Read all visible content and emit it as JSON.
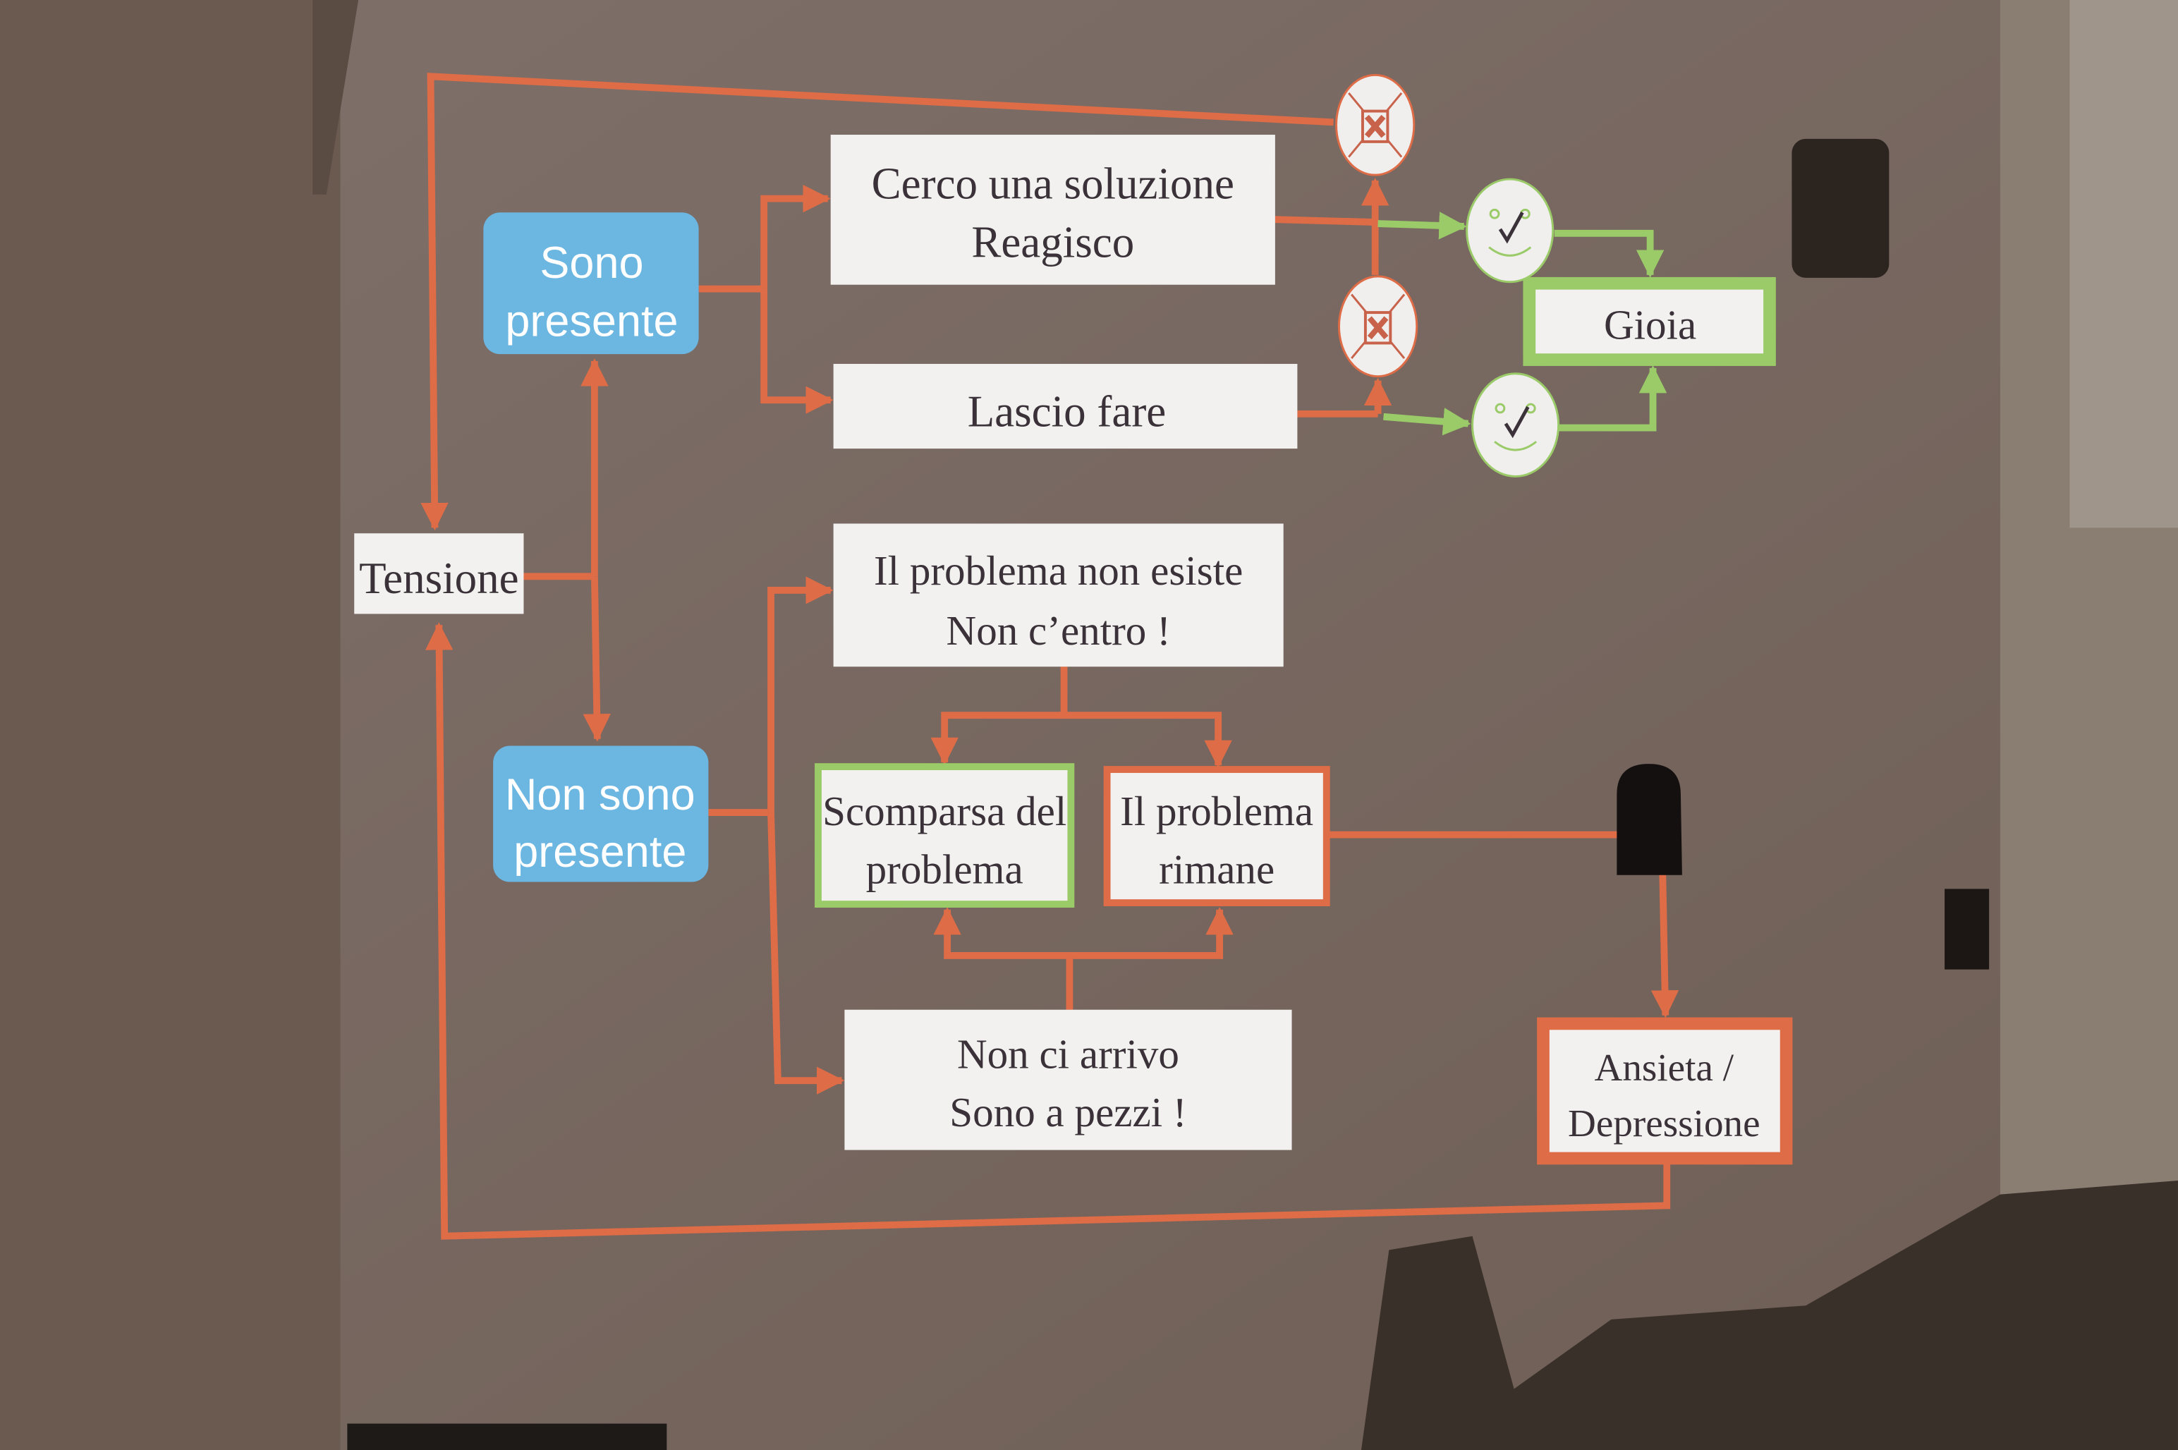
{
  "diagram": {
    "sono_presente": [
      "Sono",
      "presente"
    ],
    "non_sono_presente": [
      "Non sono",
      "presente"
    ],
    "tensione": "Tensione",
    "cerco": [
      "Cerco una soluzione",
      "Reagisco"
    ],
    "lascio": "Lascio fare",
    "gioia": "Gioia",
    "non_esiste": [
      "Il problema non esiste",
      "Non c’entro !"
    ],
    "scomparsa": [
      "Scomparsa del",
      "problema"
    ],
    "rimane": [
      "Il problema",
      "rimane"
    ],
    "non_arrivo": [
      "Non ci arrivo",
      "Sono a pezzi !"
    ],
    "ansieta": [
      "Ansieta /",
      "Depressione"
    ]
  },
  "colors": {
    "orange": "#dd6c47",
    "green": "#9acb68",
    "blue": "#6cb6e2",
    "wall": "#7c6c64"
  }
}
